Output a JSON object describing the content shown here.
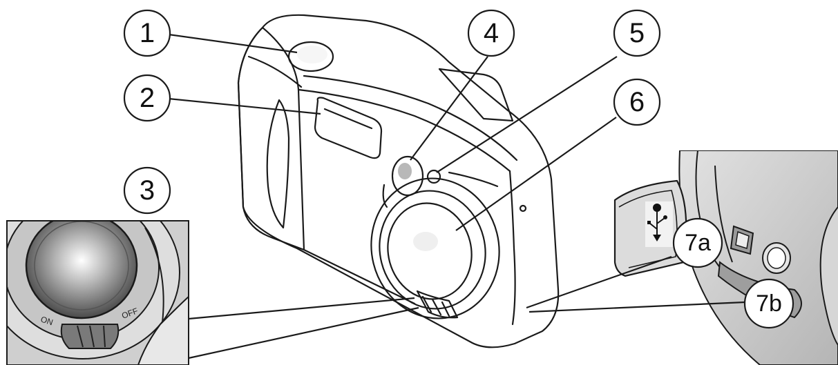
{
  "callouts": [
    {
      "id": "1",
      "label": "1"
    },
    {
      "id": "2",
      "label": "2"
    },
    {
      "id": "3",
      "label": "3"
    },
    {
      "id": "4",
      "label": "4"
    },
    {
      "id": "5",
      "label": "5"
    },
    {
      "id": "6",
      "label": "6"
    },
    {
      "id": "7a",
      "label": "7a"
    },
    {
      "id": "7b",
      "label": "7b"
    }
  ],
  "inset_switch": {
    "on_label": "ON",
    "off_label": "OFF"
  },
  "colors": {
    "line": "#1a1a1a",
    "body_light": "#e6e6e6",
    "body_mid": "#c9c9c9",
    "body_dark": "#8f8f8f",
    "lens_dark": "#3a3a3a"
  },
  "icons": [
    "usb-icon"
  ]
}
